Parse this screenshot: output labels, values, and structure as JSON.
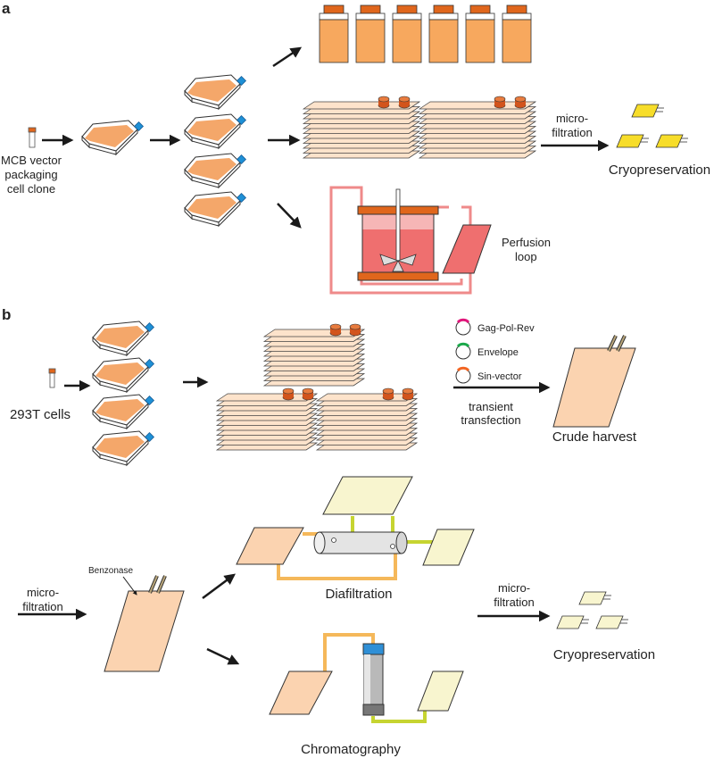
{
  "panel_a": {
    "letter": "a",
    "mcb_label": [
      "MCB vector",
      "packaging",
      "cell clone"
    ],
    "microfiltration": [
      "micro-",
      "filtration"
    ],
    "cryopreservation": "Cryopreservation",
    "perfusion": [
      "Perfusion",
      "loop"
    ]
  },
  "panel_b": {
    "letter": "b",
    "cells_label": "293T cells",
    "legend": [
      {
        "label": "Gag-Pol-Rev",
        "color": "#e0157a"
      },
      {
        "label": "Envelope",
        "color": "#1aa84a"
      },
      {
        "label": "Sin-vector",
        "color": "#f26522"
      }
    ],
    "transfection": [
      "transient",
      "transfection"
    ],
    "crude_harvest": "Crude harvest",
    "microfiltration": [
      "micro-",
      "filtration"
    ],
    "benzonase": "Benzonase",
    "diafiltration": "Diafiltration",
    "chromatography": "Chromatography",
    "cryopreservation": "Cryopreservation"
  },
  "colors": {
    "flask_fill": "#f4a76a",
    "cap_blue": "#1e90d6",
    "stack_fill": "#fde3cb",
    "stack_cap": "#d2541c",
    "bottle_fill": "#f7a85e",
    "bottle_cap": "#e0661c",
    "bag_peach": "#fbd3b0",
    "bag_light": "#f8f5cf",
    "bag_yellow": "#f7dd2a",
    "perfusion_red": "#ef6f6f",
    "tube_pink": "#ef8a8a",
    "tube_orange": "#f5b85a",
    "tube_green": "#c6d431"
  }
}
